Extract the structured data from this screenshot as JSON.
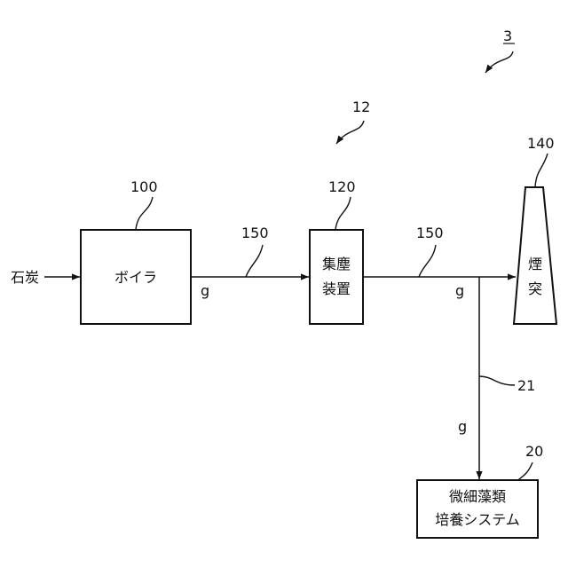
{
  "system_ref": "3",
  "subsystem_ref": "12",
  "input_label": "石炭",
  "boiler": {
    "ref": "100",
    "label": "ボイラ"
  },
  "dust_collector": {
    "ref": "120",
    "label_line1": "集塵",
    "label_line2": "装置"
  },
  "chimney": {
    "ref": "140",
    "label_line1": "煙",
    "label_line2": "突"
  },
  "flue_ref_1": "150",
  "flue_ref_2": "150",
  "branch_ref": "21",
  "gas_symbol_1": "g",
  "gas_symbol_2": "g",
  "gas_symbol_3": "g",
  "culture_system": {
    "ref": "20",
    "label_line1": "微細藻類",
    "label_line2": "培養システム"
  }
}
